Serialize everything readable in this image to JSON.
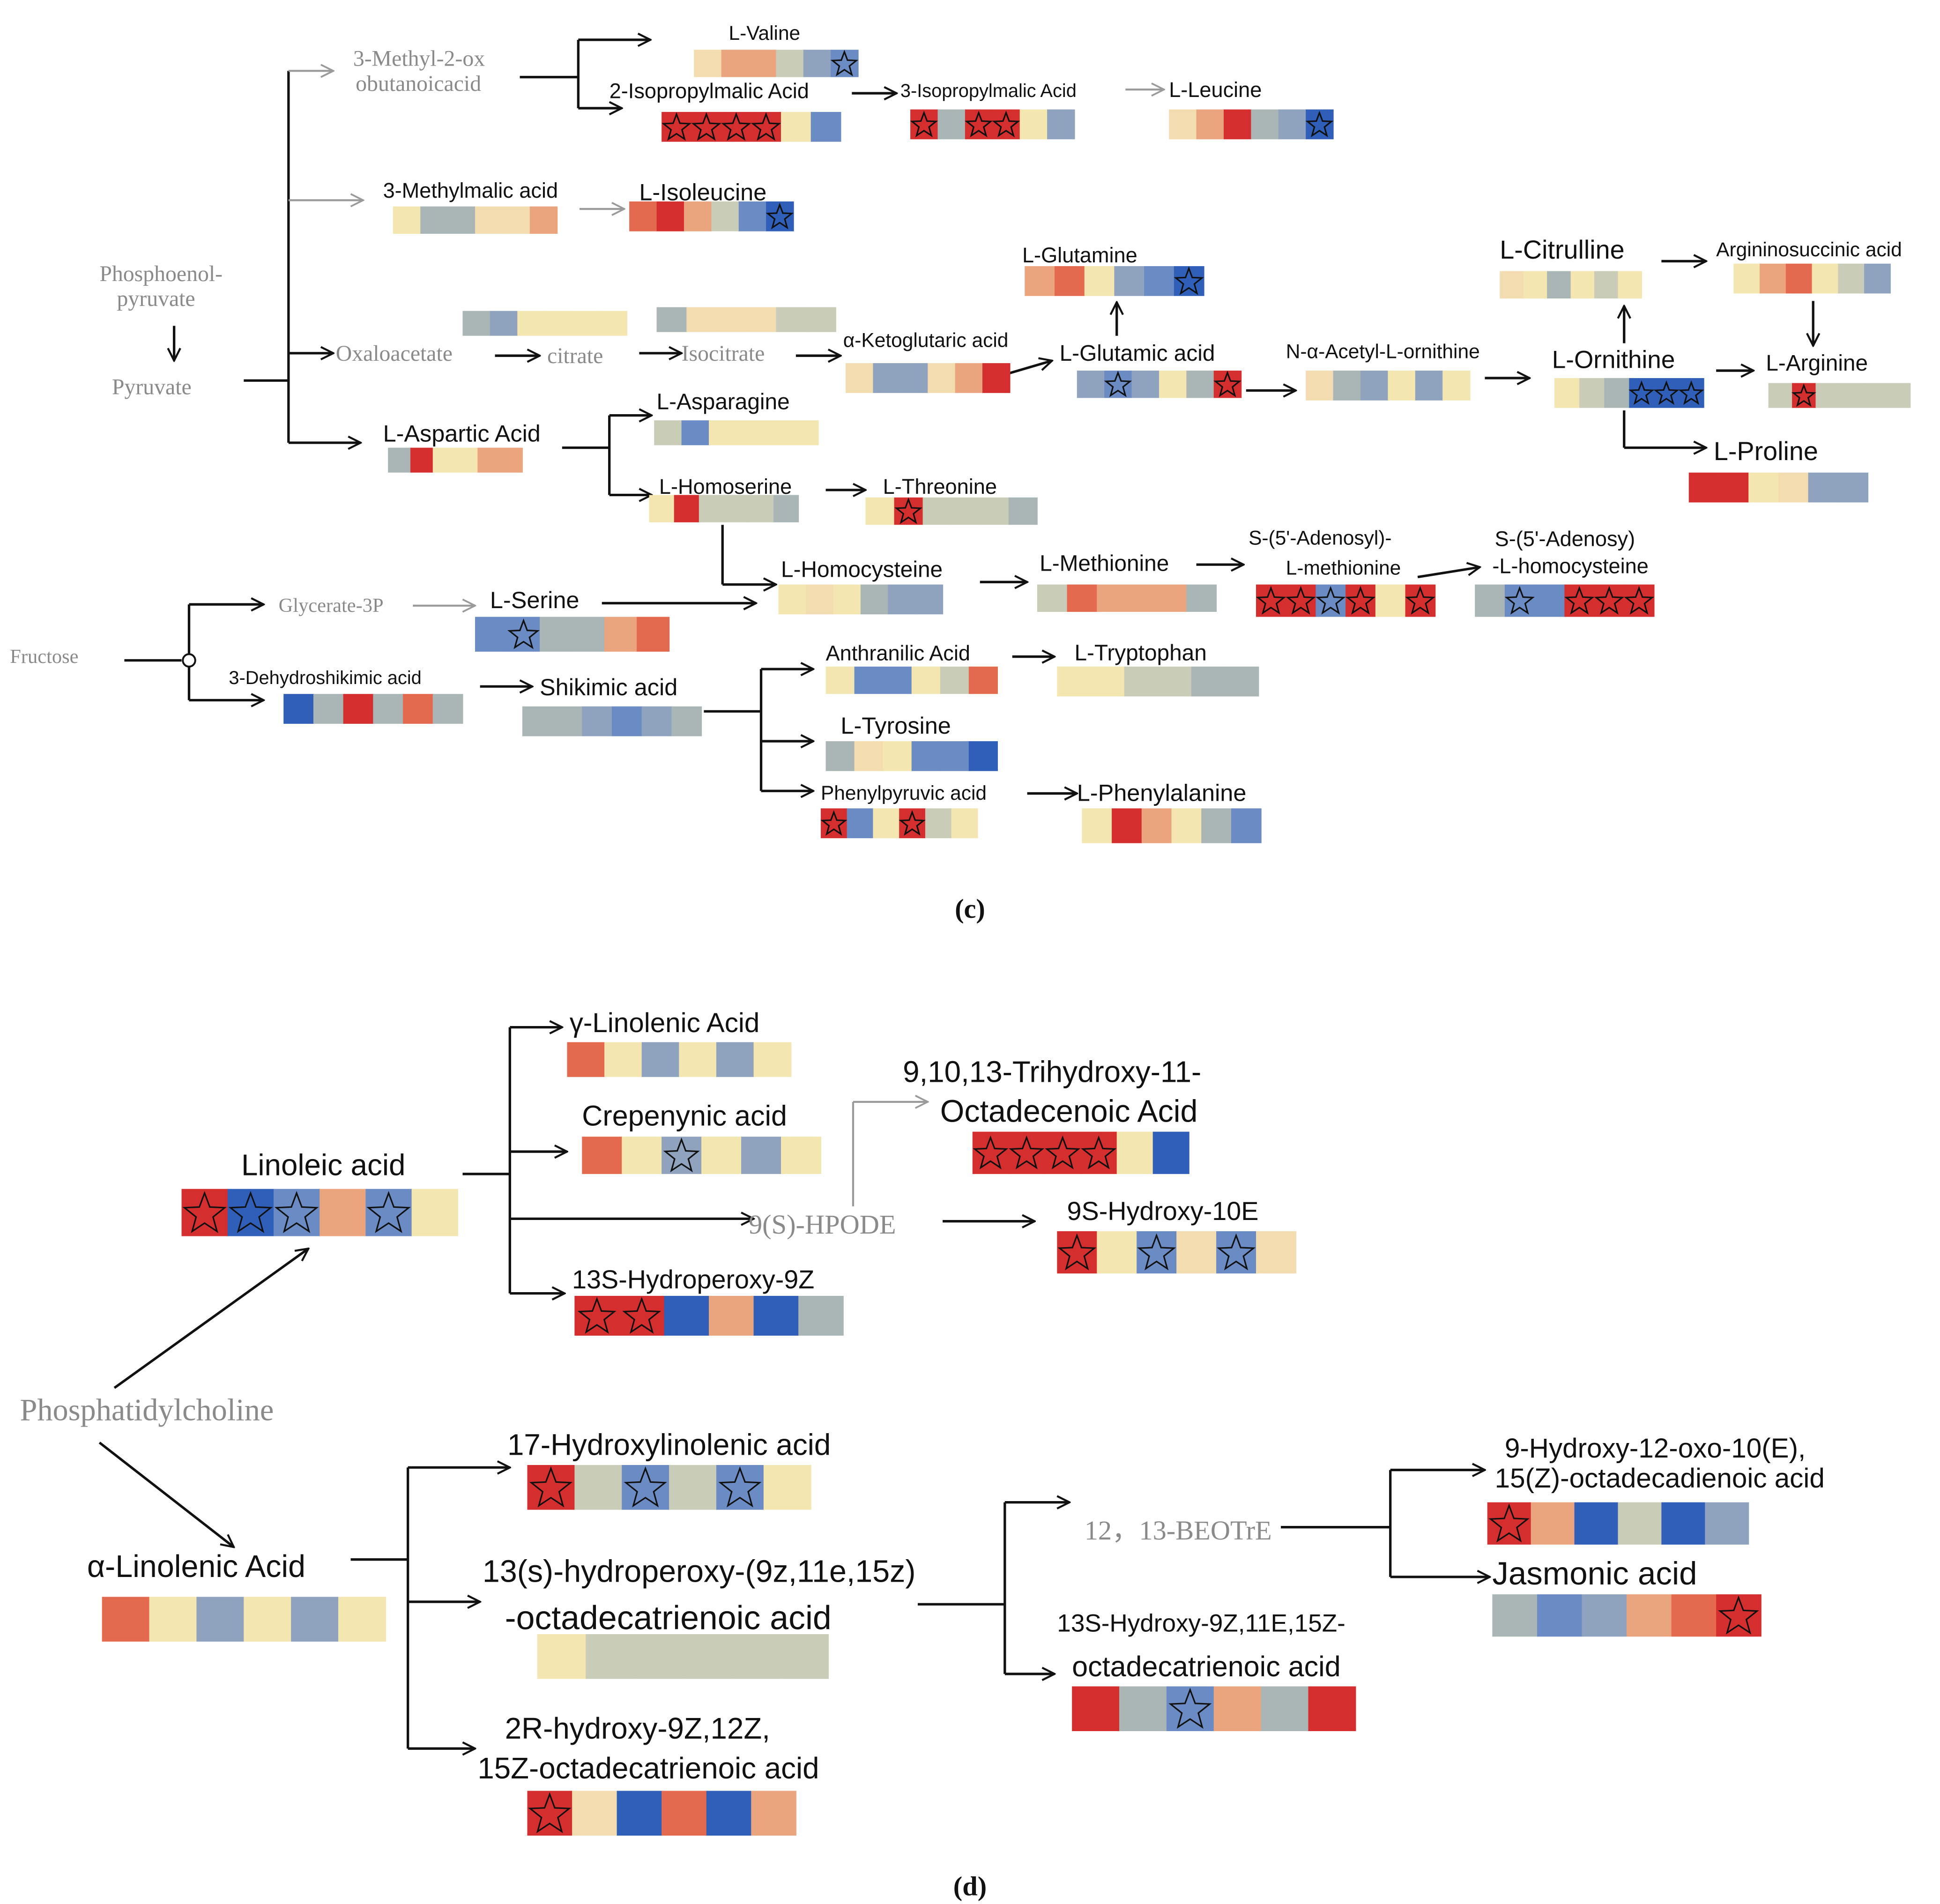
{
  "colors": {
    "palette": [
      "#d42e2e",
      "#e36a4f",
      "#eba57e",
      "#f3ddb0",
      "#f4e6b0",
      "#c9ccb6",
      "#aab6b6",
      "#8fa3bf",
      "#6b8bc4",
      "#2f5fb8"
    ]
  },
  "panel_c": {
    "label": "(c)",
    "nodes": {
      "m3ox_a": "3-Methyl-2-ox",
      "m3ox_b": "obutanoicacid",
      "valine": "L-Valine",
      "ipm2": "2-Isopropylmalic Acid",
      "ipm3": "3-Isopropylmalic Acid",
      "leucine": "L-Leucine",
      "mma": "3-Methylmalic acid",
      "isoleucine": "L-Isoleucine",
      "pep_a": "Phosphoenol-",
      "pep_b": "pyruvate",
      "pyruvate": "Pyruvate",
      "oxaloacetate": "Oxaloacetate",
      "citrate": "citrate",
      "isocitrate": "Isocitrate",
      "akg": "α-Ketoglutaric acid",
      "glutamine": "L-Glutamine",
      "glutamic": "L-Glutamic acid",
      "nao": "N-α-Acetyl-L-ornithine",
      "citrulline": "L-Citrulline",
      "argsucc": "Argininosuccinic acid",
      "ornithine": "L-Ornithine",
      "arginine": "L-Arginine",
      "proline": "L-Proline",
      "aspartic": "L-Aspartic Acid",
      "asparagine": "L-Asparagine",
      "homoserine": "L-Homoserine",
      "threonine": "L-Threonine",
      "homocysteine": "L-Homocysteine",
      "methionine": "L-Methionine",
      "sam_a": "S-(5'-Adenosyl)-",
      "sam_b": "L-methionine",
      "sah_a": "S-(5'-Adenosy)",
      "sah_b": "-L-homocysteine",
      "glycerate": "Glycerate-3P",
      "serine": "L-Serine",
      "fructose": "Fructose",
      "dhs": "3-Dehydroshikimic acid",
      "shikimic": "Shikimic acid",
      "anthranilic": "Anthranilic Acid",
      "tryptophan": "L-Tryptophan",
      "tyrosine": "L-Tyrosine",
      "phenylpyruvic": "Phenylpyruvic acid",
      "phenylalanine": "L-Phenylalanine"
    }
  },
  "panel_d": {
    "label": "(d)",
    "nodes": {
      "gla": "γ-Linolenic Acid",
      "trihydroxy_a": "9,10,13-Trihydroxy-11-",
      "trihydroxy_b": "Octadecenoic Acid",
      "crepenynic": "Crepenynic acid",
      "linoleic": "Linoleic acid",
      "hpode": "9(S)-HPODE",
      "hydroxy9s": "9S-Hydroxy-10E",
      "hydroperoxy13s": "13S-Hydroperoxy-9Z",
      "pc": "Phosphatidylcholine",
      "hydroxylinolenic17": "17-Hydroxylinolenic acid",
      "ala": "α-Linolenic Acid",
      "hpot_a": "13(s)-hydroperoxy-(9z,11e,15z)",
      "hpot_b": "-octadecatrienoic acid",
      "beotre": "12，13-BEOTrE",
      "hod9_a": "9-Hydroxy-12-oxo-10(E),",
      "hod9_b": "15(Z)-octadecadienoic acid",
      "jasmonic": "Jasmonic acid",
      "hot13_a": "13S-Hydroxy-9Z,11E,15Z-",
      "hot13_b": "octadecatrienoic acid",
      "hot2r_a": "2R-hydroxy-9Z,12Z,",
      "hot2r_b": "15Z-octadecatrienoic acid"
    }
  },
  "heatmaps": [
    {
      "id": "valine",
      "cells": [
        3,
        2,
        2,
        5,
        7,
        8
      ],
      "stars": [
        5
      ]
    },
    {
      "id": "ipm2",
      "cells": [
        0,
        0,
        0,
        0,
        4,
        8
      ],
      "stars": [
        0,
        1,
        2,
        3
      ]
    },
    {
      "id": "ipm3",
      "cells": [
        0,
        6,
        0,
        0,
        4,
        7
      ],
      "stars": [
        0,
        2,
        3
      ]
    },
    {
      "id": "leucine",
      "cells": [
        3,
        2,
        0,
        6,
        7,
        9
      ],
      "stars": [
        5
      ]
    },
    {
      "id": "mma",
      "cells": [
        4,
        6,
        6,
        3,
        3,
        2
      ],
      "stars": []
    },
    {
      "id": "isoleucine",
      "cells": [
        1,
        0,
        2,
        5,
        8,
        9
      ],
      "stars": [
        5
      ]
    },
    {
      "id": "oxaloacetate",
      "cells": [
        6,
        7,
        4,
        4,
        4,
        4
      ],
      "stars": []
    },
    {
      "id": "isocitrate",
      "cells": [
        6,
        3,
        3,
        3,
        5,
        5
      ],
      "stars": []
    },
    {
      "id": "akg",
      "cells": [
        3,
        7,
        7,
        3,
        2,
        0
      ],
      "stars": []
    },
    {
      "id": "glutamine",
      "cells": [
        2,
        1,
        4,
        7,
        8,
        9
      ],
      "stars": [
        5
      ]
    },
    {
      "id": "glutamic",
      "cells": [
        7,
        8,
        7,
        4,
        6,
        0
      ],
      "stars": [
        1,
        5
      ]
    },
    {
      "id": "nao",
      "cells": [
        3,
        6,
        7,
        4,
        7,
        4
      ],
      "stars": []
    },
    {
      "id": "citrulline",
      "cells": [
        3,
        4,
        6,
        4,
        5,
        4
      ],
      "stars": []
    },
    {
      "id": "argsucc",
      "cells": [
        4,
        2,
        1,
        4,
        5,
        7
      ],
      "stars": []
    },
    {
      "id": "ornithine",
      "cells": [
        4,
        5,
        6,
        9,
        9,
        9
      ],
      "stars": [
        3,
        4,
        5
      ]
    },
    {
      "id": "arginine",
      "cells": [
        5,
        0,
        5,
        5,
        5,
        5
      ],
      "stars": [
        1
      ]
    },
    {
      "id": "proline",
      "cells": [
        0,
        0,
        4,
        3,
        7,
        7
      ],
      "stars": []
    },
    {
      "id": "aspartic",
      "cells": [
        6,
        0,
        4,
        4,
        2,
        2
      ],
      "stars": []
    },
    {
      "id": "asparagine",
      "cells": [
        5,
        8,
        4,
        4,
        4,
        4
      ],
      "stars": []
    },
    {
      "id": "homoserine",
      "cells": [
        4,
        0,
        5,
        5,
        5,
        6
      ],
      "stars": []
    },
    {
      "id": "threonine",
      "cells": [
        4,
        0,
        5,
        5,
        5,
        6
      ],
      "stars": [
        1
      ]
    },
    {
      "id": "homocysteine",
      "cells": [
        4,
        3,
        4,
        6,
        7,
        7
      ],
      "stars": []
    },
    {
      "id": "methionine",
      "cells": [
        5,
        1,
        2,
        2,
        2,
        6
      ],
      "stars": []
    },
    {
      "id": "sam",
      "cells": [
        0,
        0,
        8,
        0,
        4,
        0
      ],
      "stars": [
        0,
        1,
        2,
        3,
        5
      ]
    },
    {
      "id": "sah",
      "cells": [
        6,
        8,
        8,
        0,
        0,
        0
      ],
      "stars": [
        1,
        3,
        4,
        5
      ]
    },
    {
      "id": "serine",
      "cells": [
        8,
        8,
        6,
        6,
        2,
        1
      ],
      "stars": [
        1
      ]
    },
    {
      "id": "dhs",
      "cells": [
        9,
        6,
        0,
        6,
        1,
        6
      ],
      "stars": []
    },
    {
      "id": "shikimic",
      "cells": [
        6,
        6,
        7,
        8,
        7,
        6
      ],
      "stars": []
    },
    {
      "id": "anthranilic",
      "cells": [
        4,
        8,
        8,
        4,
        5,
        1
      ],
      "stars": []
    },
    {
      "id": "tryptophan",
      "cells": [
        4,
        4,
        5,
        5,
        6,
        6
      ],
      "stars": []
    },
    {
      "id": "tyrosine",
      "cells": [
        6,
        3,
        4,
        8,
        8,
        9
      ],
      "stars": []
    },
    {
      "id": "phenylpyruvic",
      "cells": [
        0,
        8,
        4,
        0,
        5,
        4
      ],
      "stars": [
        0,
        3
      ]
    },
    {
      "id": "phenylalanine",
      "cells": [
        4,
        0,
        2,
        4,
        6,
        8
      ],
      "stars": []
    },
    {
      "id": "gla",
      "cells": [
        1,
        4,
        7,
        4,
        7,
        4
      ],
      "stars": []
    },
    {
      "id": "crepenynic",
      "cells": [
        1,
        4,
        7,
        4,
        7,
        4
      ],
      "stars": [
        2
      ]
    },
    {
      "id": "trihydroxy",
      "cells": [
        0,
        0,
        0,
        0,
        4,
        9
      ],
      "stars": [
        0,
        1,
        2,
        3
      ]
    },
    {
      "id": "linoleic",
      "cells": [
        0,
        9,
        8,
        2,
        8,
        4
      ],
      "stars": [
        0,
        1,
        2,
        4
      ]
    },
    {
      "id": "hydroxy9s",
      "cells": [
        0,
        4,
        8,
        3,
        8,
        3
      ],
      "stars": [
        0,
        2,
        4
      ]
    },
    {
      "id": "hydroperoxy13s",
      "cells": [
        0,
        0,
        9,
        2,
        9,
        6
      ],
      "stars": [
        0,
        1
      ]
    },
    {
      "id": "hydroxylinolenic17",
      "cells": [
        0,
        5,
        8,
        5,
        8,
        4
      ],
      "stars": [
        0,
        2,
        4
      ]
    },
    {
      "id": "ala",
      "cells": [
        1,
        4,
        7,
        4,
        7,
        4
      ],
      "stars": []
    },
    {
      "id": "hpot",
      "cells": [
        4,
        5,
        5,
        5,
        5,
        5
      ],
      "stars": []
    },
    {
      "id": "hod9",
      "cells": [
        0,
        2,
        9,
        5,
        9,
        7
      ],
      "stars": [
        0
      ]
    },
    {
      "id": "jasmonic",
      "cells": [
        6,
        8,
        7,
        2,
        1,
        0
      ],
      "stars": [
        5
      ]
    },
    {
      "id": "hot13",
      "cells": [
        0,
        6,
        8,
        2,
        6,
        0
      ],
      "stars": [
        2
      ]
    },
    {
      "id": "hot2r",
      "cells": [
        0,
        3,
        9,
        1,
        9,
        2
      ],
      "stars": [
        0
      ]
    }
  ]
}
